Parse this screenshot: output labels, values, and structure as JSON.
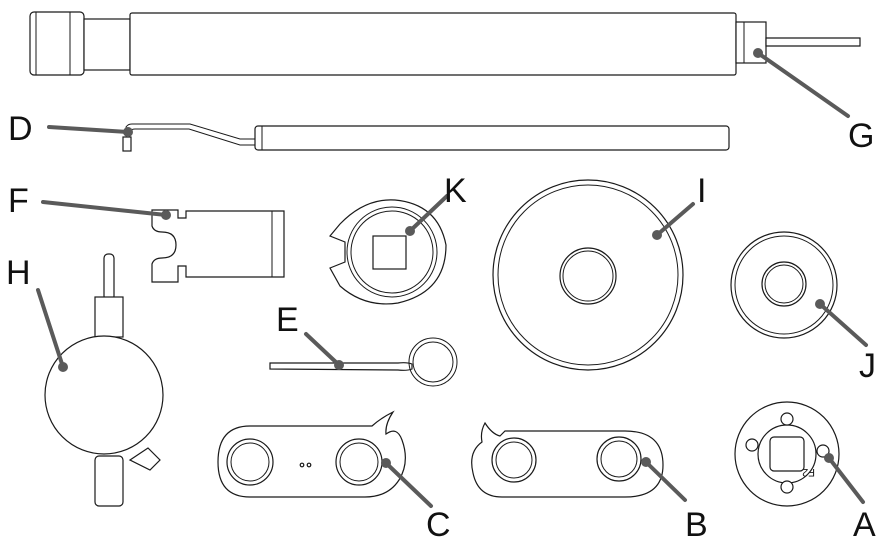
{
  "labels": {
    "a": "A",
    "b": "B",
    "c": "C",
    "d": "D",
    "e": "E",
    "f": "F",
    "g": "G",
    "h": "H",
    "i": "I",
    "j": "J",
    "k": "K"
  },
  "part_a_marking": "F2",
  "colors": {
    "outline": "#1a1a1a",
    "leader": "#5a5a5a",
    "label": "#111111",
    "background": "#ffffff"
  }
}
